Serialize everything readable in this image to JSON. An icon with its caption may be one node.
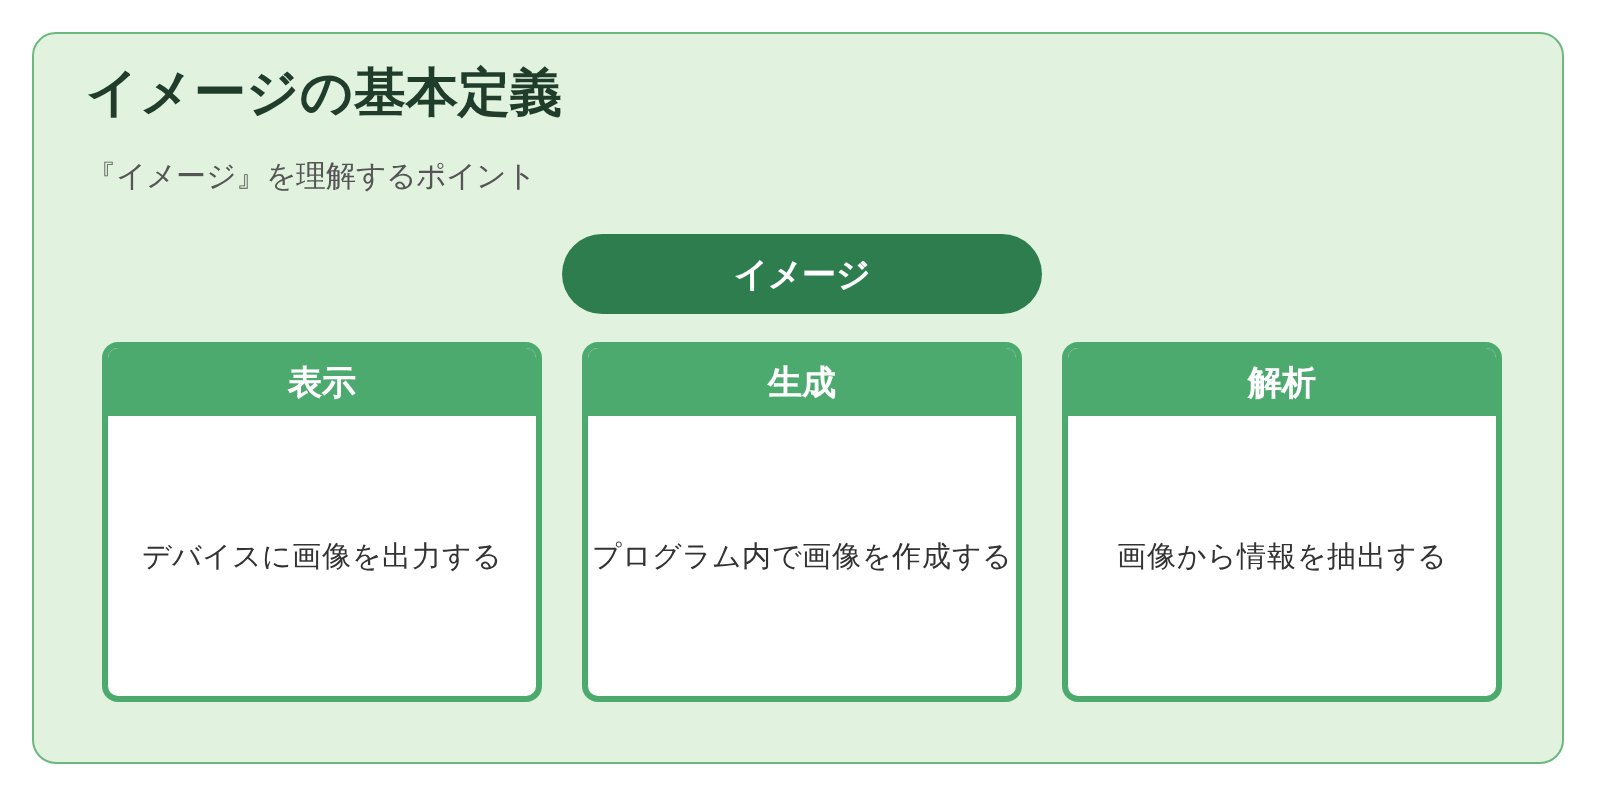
{
  "diagram": {
    "nodes": [
      {
        "text": [
          "イメージの基本定義",
          "『イメージ』を理解するポイント"
        ]
      },
      {
        "text": [
          "イメージ"
        ],
        "in": 0
      },
      {
        "text": [
          "表示",
          "デバイスに画像を出力する"
        ],
        "in": 0
      },
      {
        "text": [
          "生成",
          "プログラム内で画像を作成する"
        ],
        "in": 0
      },
      {
        "text": [
          "解析",
          "画像から情報を抽出する"
        ],
        "in": 0
      }
    ]
  }
}
